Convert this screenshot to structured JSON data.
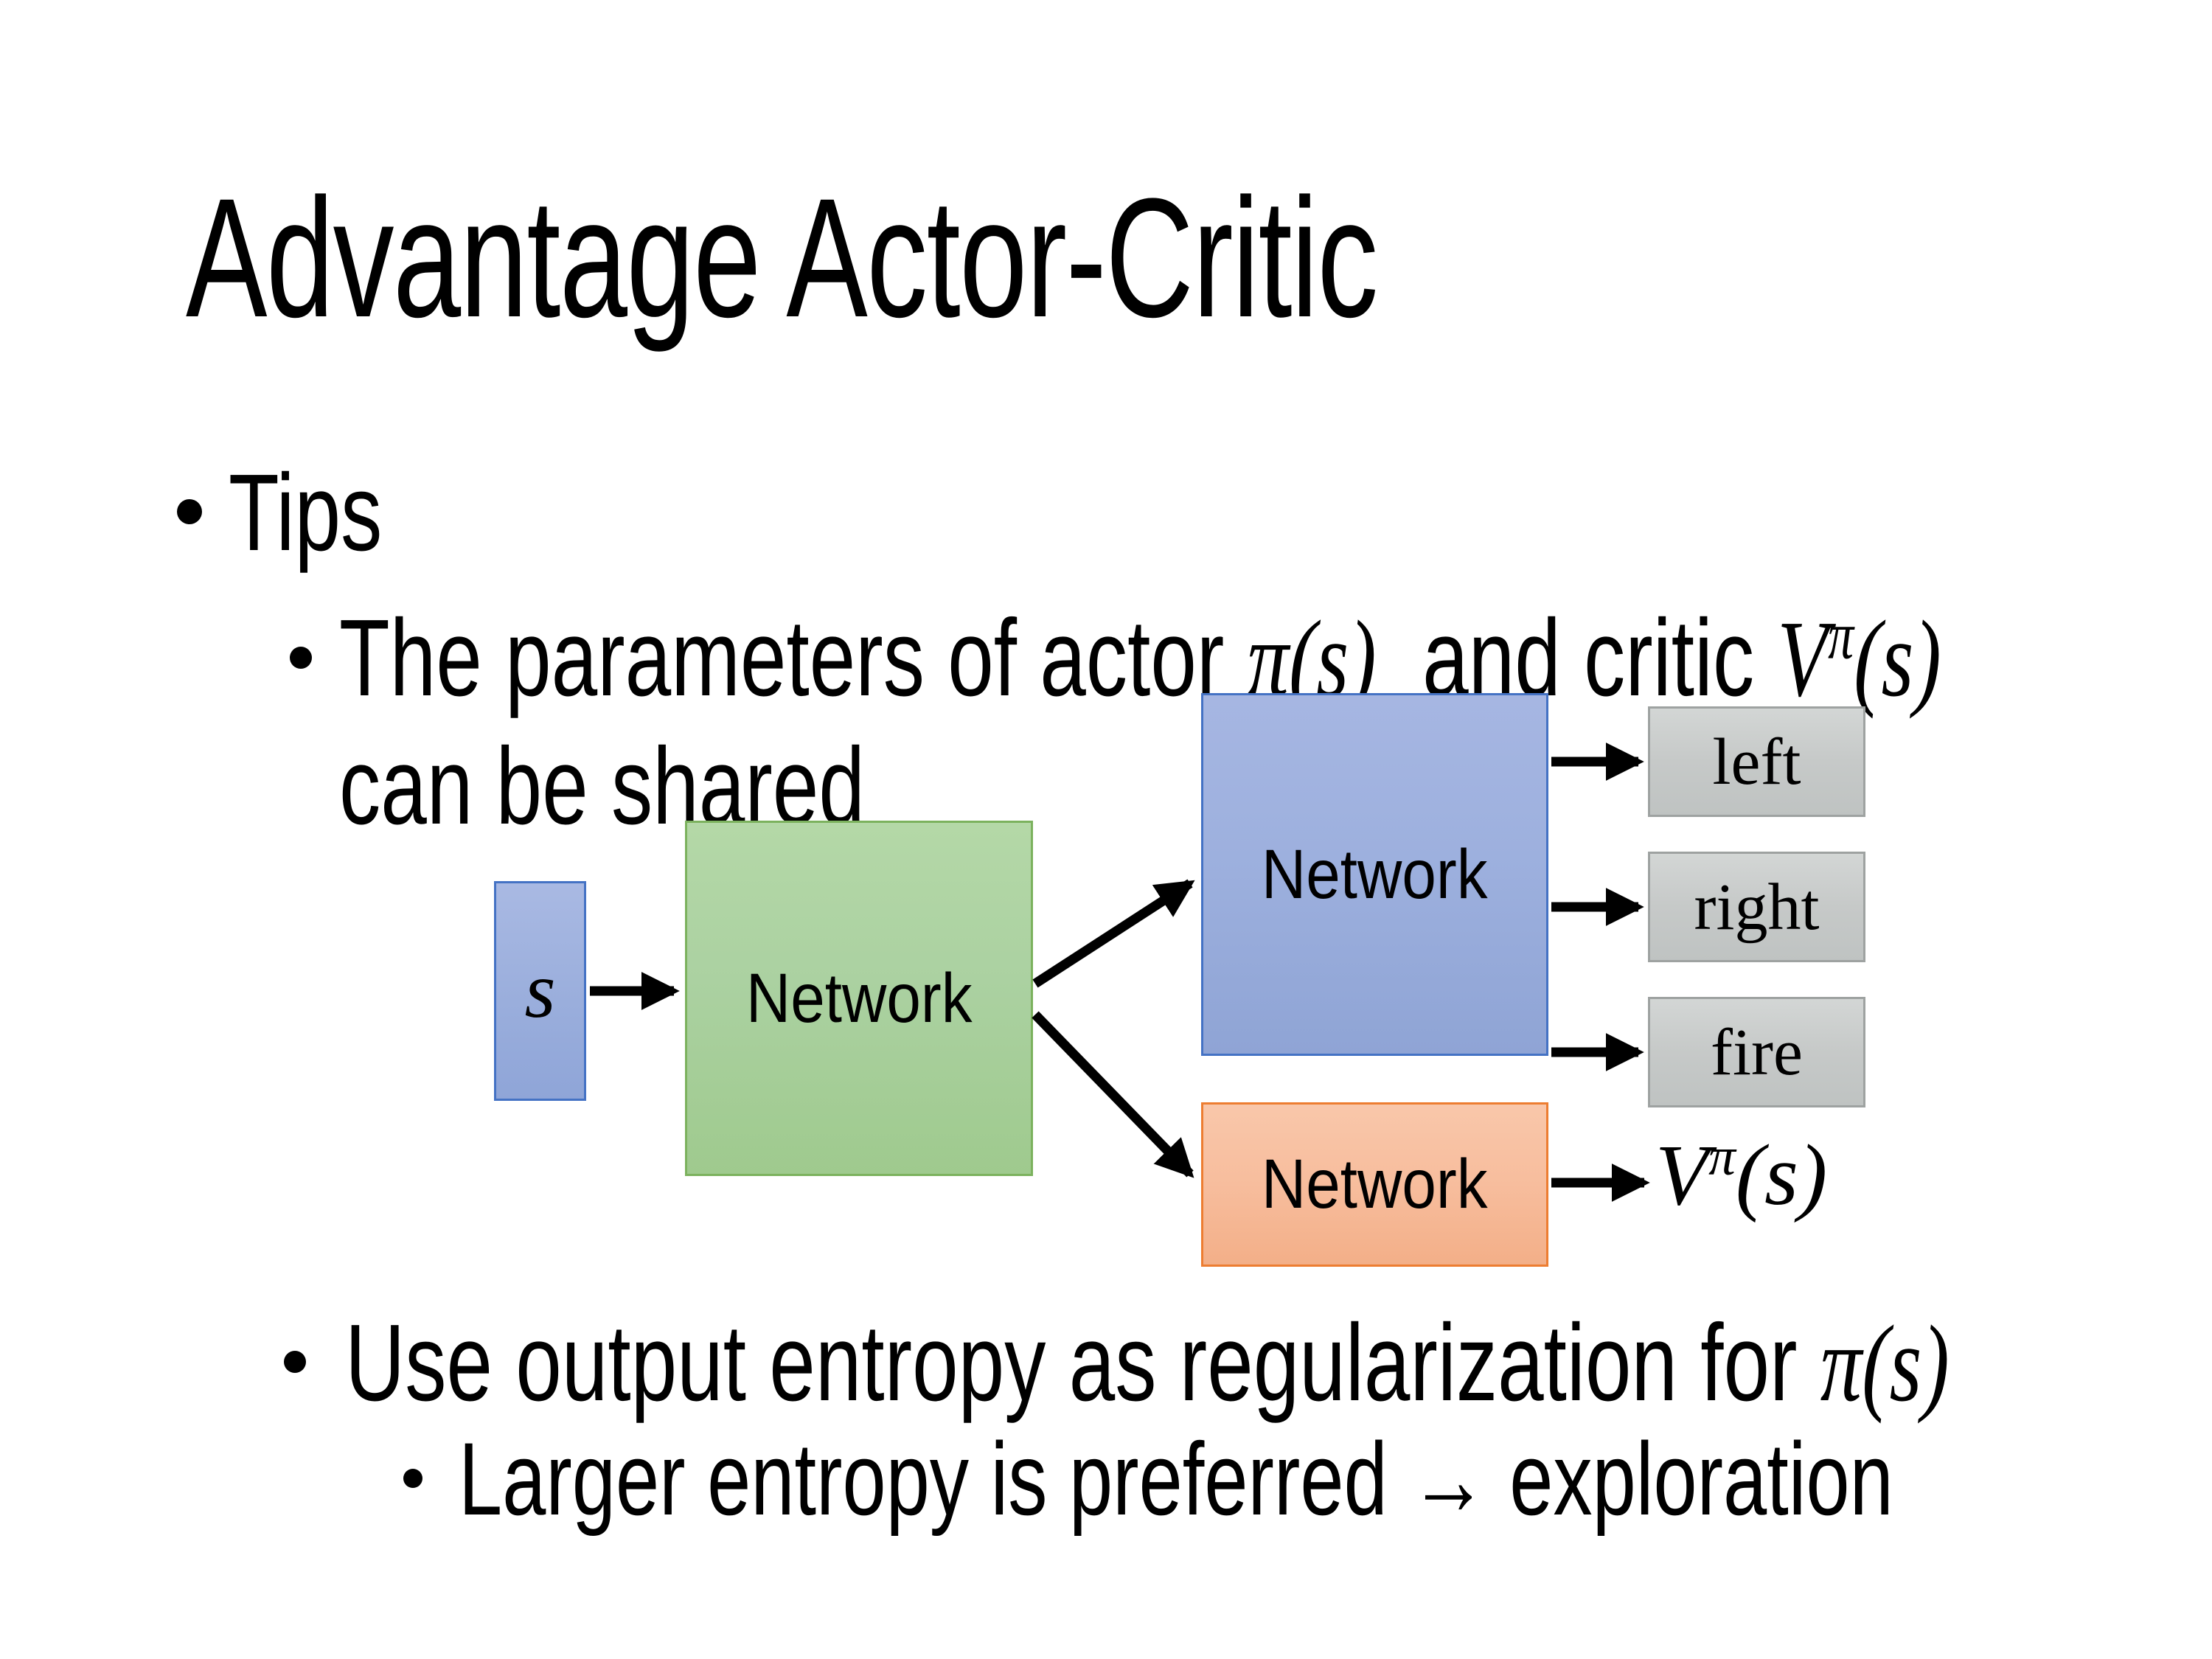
{
  "slide": {
    "title": "Advantage Actor-Critic",
    "bullets": {
      "tips": "Tips",
      "shared_prefix": "The parameters of actor ",
      "shared_pi": "π(s)",
      "shared_mid": "  and critic ",
      "shared_V": "V",
      "shared_V_sup": "π",
      "shared_V_args": "(s)",
      "shared_line2": "can be shared",
      "entropy_prefix": "Use output entropy as regularization for ",
      "entropy_pi": "π(s)",
      "exploration": "Larger entropy is preferred → exploration"
    },
    "diagram": {
      "input_label": "s",
      "shared_network_label": "Network",
      "actor_network_label": "Network",
      "critic_network_label": "Network",
      "outputs": [
        "left",
        "right",
        "fire"
      ],
      "critic_value_V": "V",
      "critic_value_sup": "π",
      "critic_value_args": "(s)",
      "colors": {
        "input_fill": "#9FB1DE",
        "input_border": "#4472C4",
        "shared_fill": "#ABD1A1",
        "shared_border": "#7CB25E",
        "actor_fill": "#A0B3E0",
        "actor_border": "#4472C4",
        "critic_fill": "#F6BD9C",
        "critic_border": "#ED7D31",
        "output_fill": "#C6C9C8",
        "output_border": "#9EA2A1",
        "arrow": "#000000",
        "text": "#000000",
        "background": "#FFFFFF"
      }
    }
  }
}
